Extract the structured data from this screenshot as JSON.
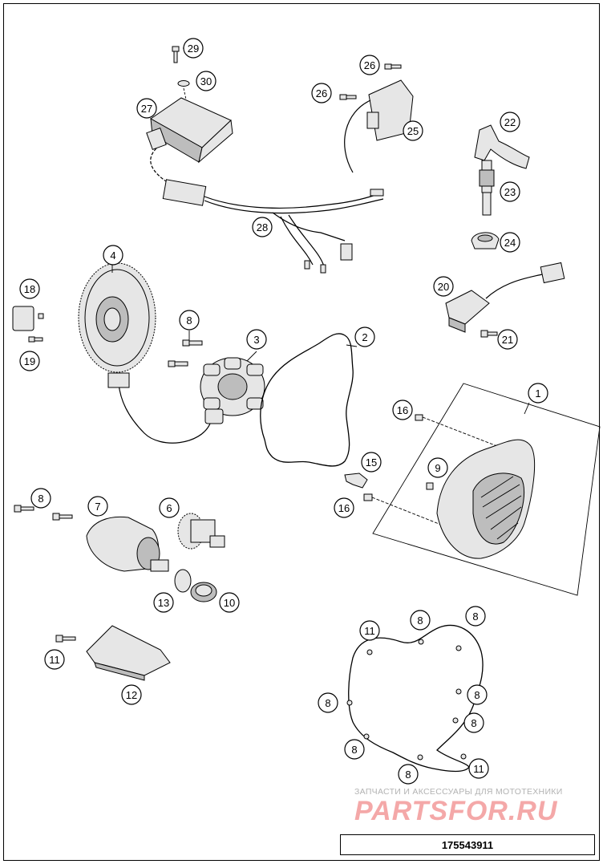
{
  "diagram": {
    "callouts": [
      {
        "id": "c29",
        "label": "29"
      },
      {
        "id": "c30",
        "label": "30"
      },
      {
        "id": "c27",
        "label": "27"
      },
      {
        "id": "c26a",
        "label": "26"
      },
      {
        "id": "c26b",
        "label": "26"
      },
      {
        "id": "c25",
        "label": "25"
      },
      {
        "id": "c22",
        "label": "22"
      },
      {
        "id": "c23",
        "label": "23"
      },
      {
        "id": "c24",
        "label": "24"
      },
      {
        "id": "c28",
        "label": "28"
      },
      {
        "id": "c4",
        "label": "4"
      },
      {
        "id": "c18",
        "label": "18"
      },
      {
        "id": "c19",
        "label": "19"
      },
      {
        "id": "c20",
        "label": "20"
      },
      {
        "id": "c21",
        "label": "21"
      },
      {
        "id": "c8a",
        "label": "8"
      },
      {
        "id": "c3",
        "label": "3"
      },
      {
        "id": "c2",
        "label": "2"
      },
      {
        "id": "c1",
        "label": "1"
      },
      {
        "id": "c16a",
        "label": "16"
      },
      {
        "id": "c9",
        "label": "9"
      },
      {
        "id": "c15",
        "label": "15"
      },
      {
        "id": "c16b",
        "label": "16"
      },
      {
        "id": "c8b",
        "label": "8"
      },
      {
        "id": "c7",
        "label": "7"
      },
      {
        "id": "c6",
        "label": "6"
      },
      {
        "id": "c13",
        "label": "13"
      },
      {
        "id": "c10",
        "label": "10"
      },
      {
        "id": "c11a",
        "label": "11"
      },
      {
        "id": "c12",
        "label": "12"
      },
      {
        "id": "c11b",
        "label": "11"
      },
      {
        "id": "c8c",
        "label": "8"
      },
      {
        "id": "c8d",
        "label": "8"
      },
      {
        "id": "c8e",
        "label": "8"
      },
      {
        "id": "c8f",
        "label": "8"
      },
      {
        "id": "c8g",
        "label": "8"
      },
      {
        "id": "c8h",
        "label": "8"
      },
      {
        "id": "c8i",
        "label": "8"
      },
      {
        "id": "c11c",
        "label": "11"
      }
    ]
  },
  "watermark": {
    "tagline": "ЗАПЧАСТИ И АКСЕССУАРЫ ДЛЯ МОТОТЕХНИКИ",
    "logo": "PARTSFOR.RU",
    "color": "#f4a8a8"
  },
  "catalog_number": "175543911"
}
